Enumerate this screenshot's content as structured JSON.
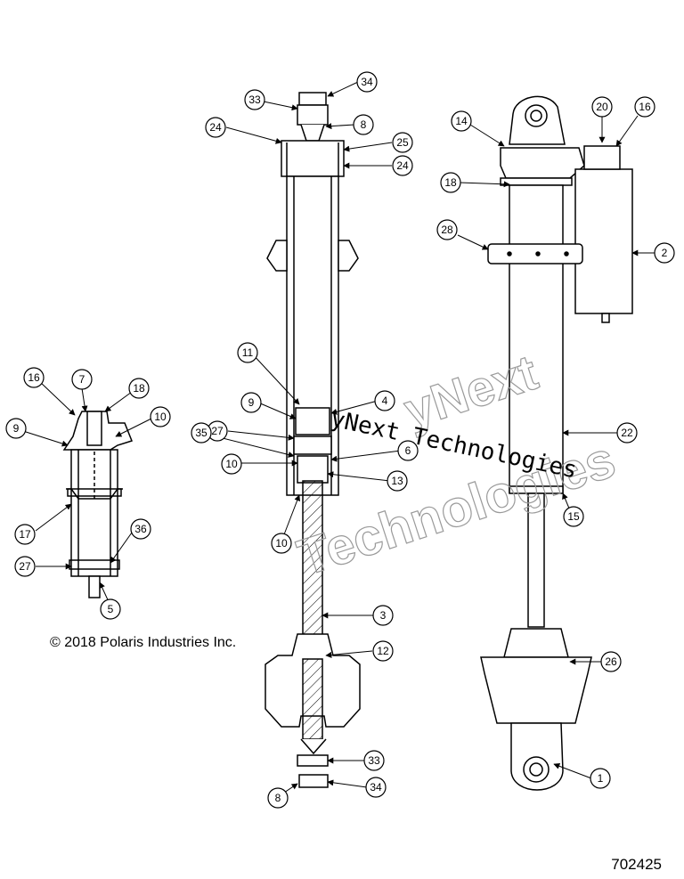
{
  "copyright": "© 2018 Polaris Industries Inc.",
  "diagram_number": "702425",
  "watermark": {
    "line": "yNext Technologies",
    "ghost_top": "yNext",
    "ghost_bottom": "Technologies"
  },
  "callouts": [
    {
      "label": "33"
    },
    {
      "label": "34"
    },
    {
      "label": "8"
    },
    {
      "label": "24"
    },
    {
      "label": "25"
    },
    {
      "label": "24"
    },
    {
      "label": "11"
    },
    {
      "label": "4"
    },
    {
      "label": "9"
    },
    {
      "label": "27"
    },
    {
      "label": "35"
    },
    {
      "label": "10"
    },
    {
      "label": "6"
    },
    {
      "label": "13"
    },
    {
      "label": "10"
    },
    {
      "label": "3"
    },
    {
      "label": "12"
    },
    {
      "label": "33"
    },
    {
      "label": "8"
    },
    {
      "label": "34"
    },
    {
      "label": "14"
    },
    {
      "label": "20"
    },
    {
      "label": "16"
    },
    {
      "label": "18"
    },
    {
      "label": "28"
    },
    {
      "label": "2"
    },
    {
      "label": "22"
    },
    {
      "label": "15"
    },
    {
      "label": "26"
    },
    {
      "label": "1"
    },
    {
      "label": "16"
    },
    {
      "label": "7"
    },
    {
      "label": "18"
    },
    {
      "label": "9"
    },
    {
      "label": "10"
    },
    {
      "label": "17"
    },
    {
      "label": "36"
    },
    {
      "label": "27"
    },
    {
      "label": "5"
    }
  ]
}
